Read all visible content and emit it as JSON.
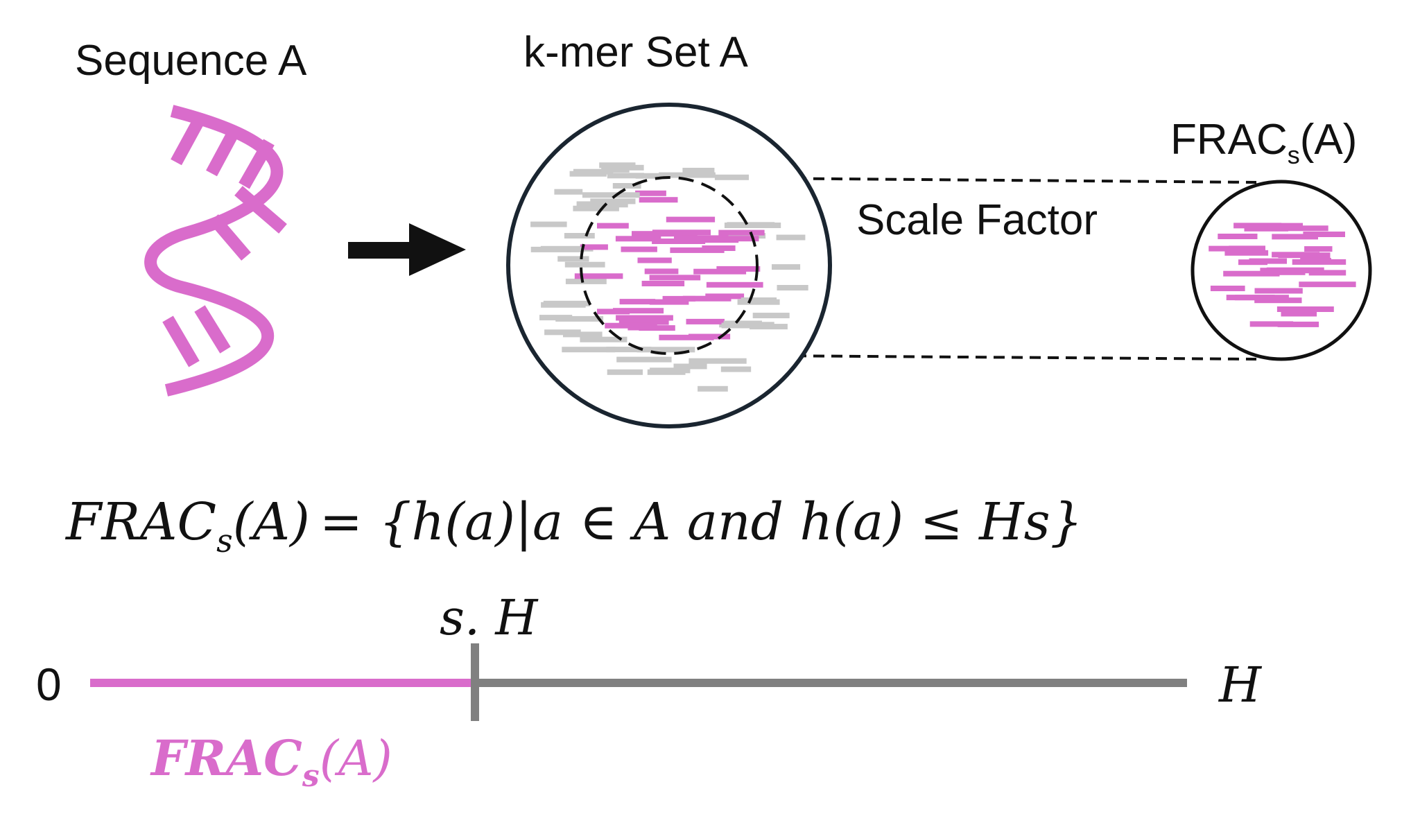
{
  "labels": {
    "sequence": "Sequence A",
    "kmer_set": "k-mer Set A",
    "frac_main": "FRAC",
    "frac_sub": "s",
    "frac_arg": "(A)",
    "scale_factor": "Scale Factor"
  },
  "formula": {
    "lhs_main": "FRAC",
    "lhs_sub": "s",
    "lhs_arg": "(A)",
    "rhs": "= {h(a)|a  ∈ A and h(a) ≤ Hs}"
  },
  "axis": {
    "zero": "0",
    "threshold": "s. H",
    "end": "H",
    "range_main": "FRAC",
    "range_sub": "s",
    "range_arg": "(A)"
  },
  "colors": {
    "accent": "#d96ccb",
    "gray": "#c8c8c8",
    "axis_gray": "#808080",
    "circle": "#1a2530",
    "text": "#111111"
  },
  "icons": {
    "dna": "dna-helix-icon",
    "arrow": "right-arrow-icon"
  }
}
